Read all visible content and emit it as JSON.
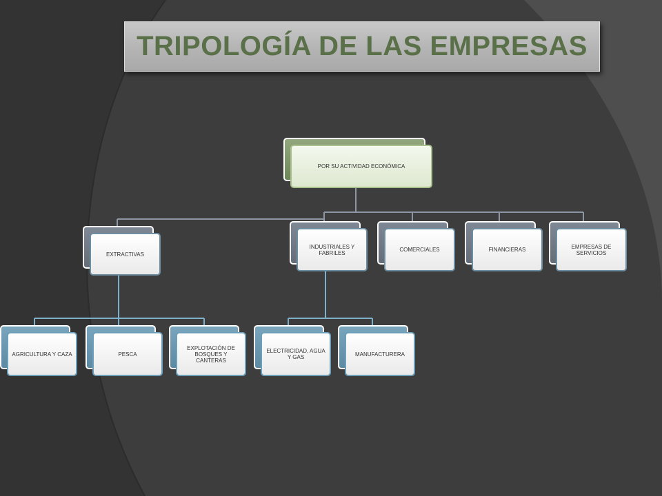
{
  "title": "TRIPOLOGÍA DE LAS EMPRESAS",
  "root": {
    "label": "POR SU ACTIVIDAD ECONÓMICA"
  },
  "categories": [
    {
      "label": "EXTRACTIVAS"
    },
    {
      "label": "INDUSTRIALES Y FABRILES"
    },
    {
      "label": "COMERCIALES"
    },
    {
      "label": "FINANCIERAS"
    },
    {
      "label": "EMPRESAS DE SERVICIOS"
    }
  ],
  "extractivas_children": [
    {
      "label": "AGRICULTURA Y CAZA"
    },
    {
      "label": "PESCA"
    },
    {
      "label": "EXPLOTACIÓN DE BOSQUES Y CANTERAS"
    }
  ],
  "industriales_children": [
    {
      "label": "ELECTRICIDAD, AGUA Y GAS"
    },
    {
      "label": "MANUFACTURERA"
    }
  ],
  "colors": {
    "background": "#3d3d3d",
    "title_text": "#5a7049",
    "root_accent": "#6d8758",
    "level1_accent": "#656d78",
    "level2_accent": "#5d8aa3",
    "connector_gray": "#8e98a4",
    "connector_blue": "#7eb1c9"
  }
}
